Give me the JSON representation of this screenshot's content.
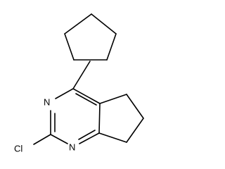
{
  "molecule": {
    "atoms": {
      "n_upper": "N",
      "n_lower": "N",
      "chlorine": "Cl"
    }
  }
}
